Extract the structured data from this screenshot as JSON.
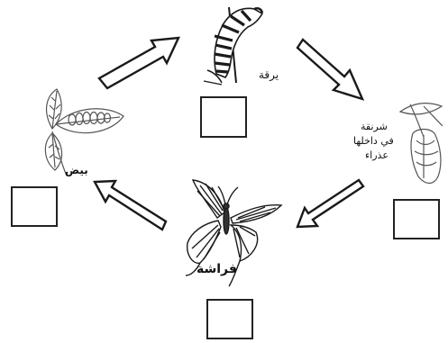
{
  "stages": [
    {
      "id": "eggs",
      "label": "بيض"
    },
    {
      "id": "larva",
      "label": "يرقة"
    },
    {
      "id": "pupa",
      "label_lines": [
        "شرنقة",
        "في داخلها",
        "عذراء"
      ]
    },
    {
      "id": "butterfly",
      "label": "فراشة"
    }
  ],
  "colors": {
    "line": "#1a1a1a",
    "sketch": "#555555",
    "box_border": "#222222"
  },
  "icons": [
    "eggs-on-leaves-icon",
    "caterpillar-icon",
    "chrysalis-icon",
    "butterfly-icon",
    "cycle-arrow-icon"
  ]
}
